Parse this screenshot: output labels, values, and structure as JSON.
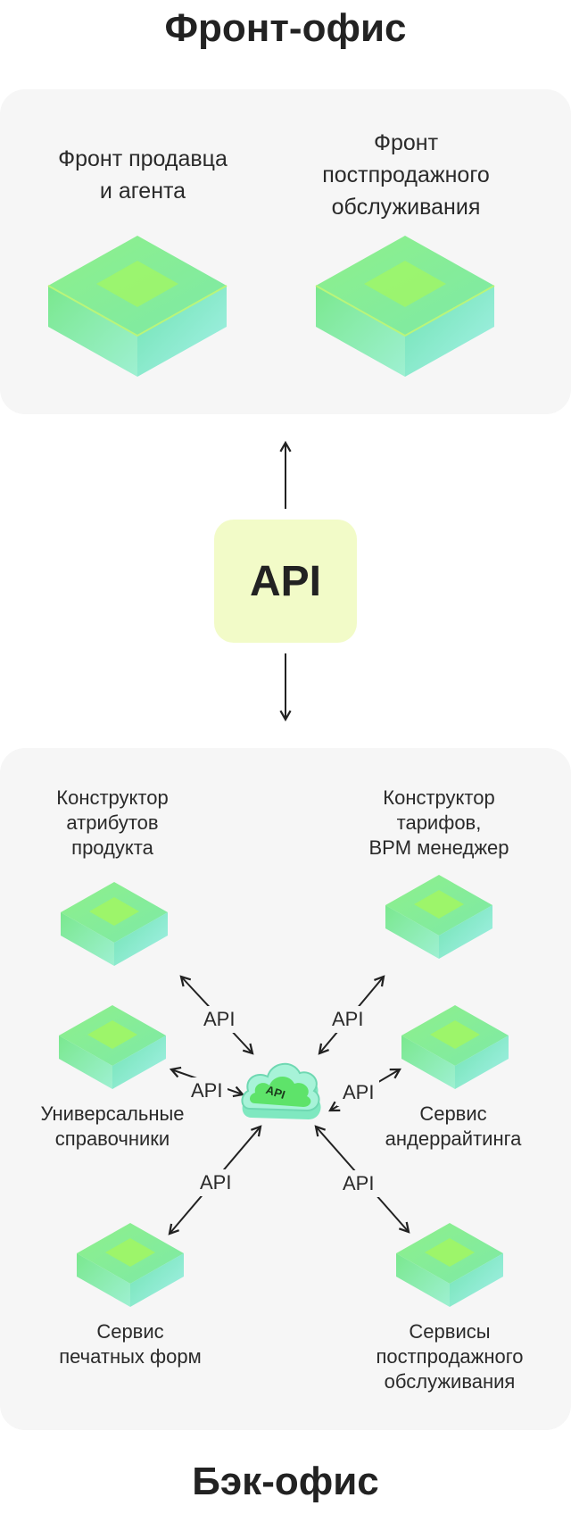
{
  "front_office": {
    "title": "Фронт-офис",
    "items": [
      {
        "label": "Фронт продавца\nи агента",
        "icon": "green-cube-icon"
      },
      {
        "label": "Фронт\nпостпродажного\nобслуживания",
        "icon": "green-cube-icon"
      }
    ]
  },
  "api_center": {
    "label": "API"
  },
  "back_office": {
    "title": "Бэк-офис",
    "hub": {
      "label": "API",
      "icon": "api-cloud-icon"
    },
    "items": [
      {
        "label": "Конструктор\nатрибутов\nпродукта",
        "icon": "green-cube-icon"
      },
      {
        "label": "Конструктор\nтарифов,\nBPM менеджер",
        "icon": "green-cube-icon"
      },
      {
        "label": "Универсальные\nсправочники",
        "icon": "green-cube-icon"
      },
      {
        "label": "Сервис\nандеррайтинга",
        "icon": "green-cube-icon"
      },
      {
        "label": "Сервис\nпечатных форм",
        "icon": "green-cube-icon"
      },
      {
        "label": "Сервисы\nпостпродажного\nобслуживания",
        "icon": "green-cube-icon"
      }
    ],
    "connector_labels": [
      "API",
      "API",
      "API",
      "API",
      "API",
      "API"
    ]
  },
  "colors": {
    "panel_bg": "#f6f6f6",
    "api_box_bg": "#f2fbc8",
    "cube_top": "#86ee7e",
    "cube_side": "#7fe8b6",
    "text": "#222222"
  }
}
